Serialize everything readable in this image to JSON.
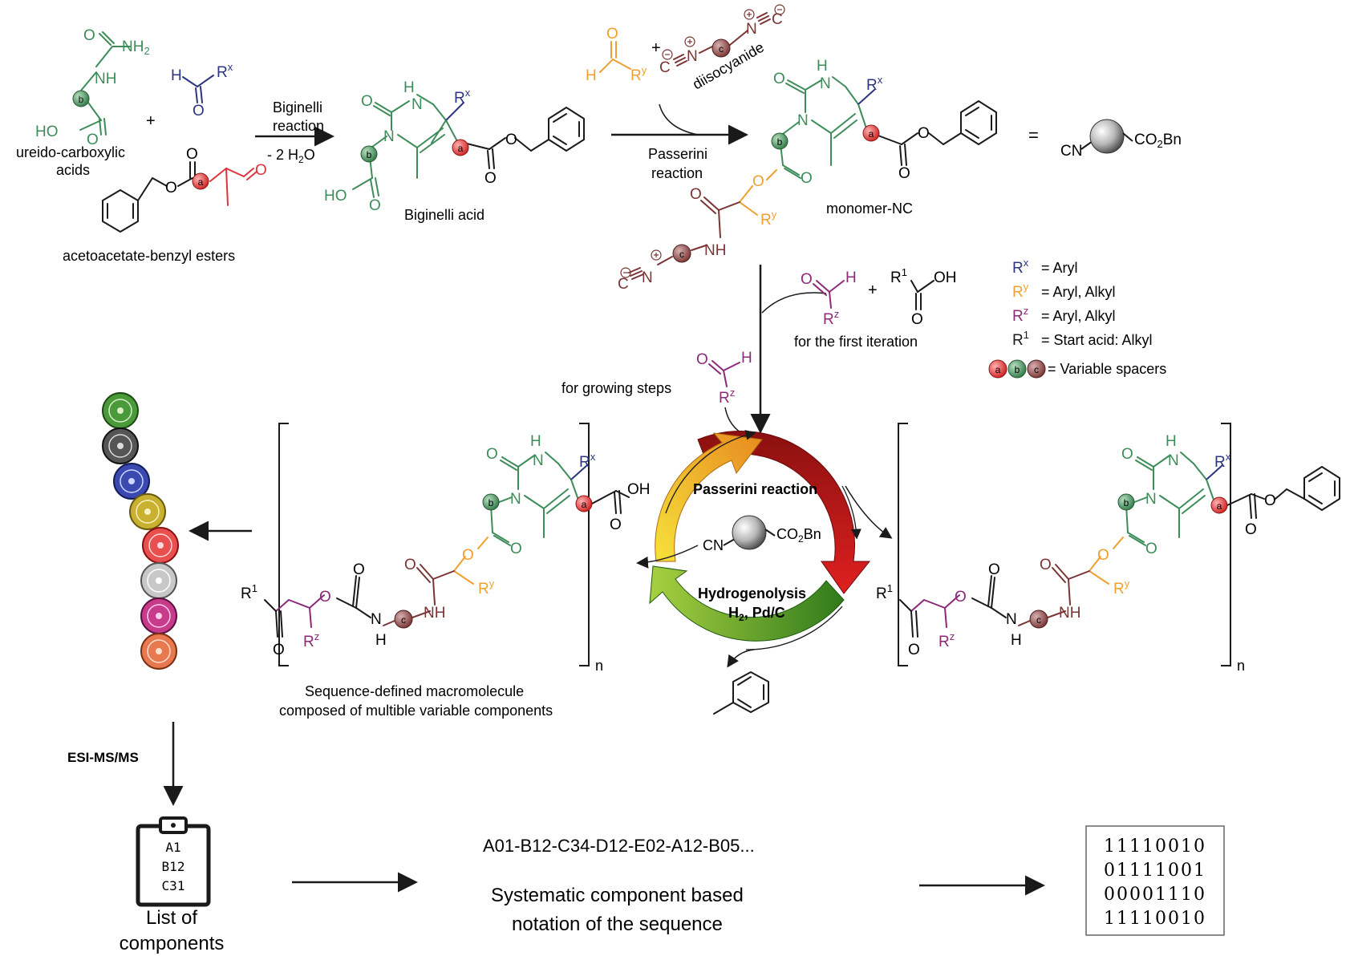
{
  "colors": {
    "green": "#3d8c5a",
    "blue": "#2d3580",
    "red": "#e0323c",
    "orange": "#f0a030",
    "purple": "#8c2a7a",
    "maroon": "#7a3434",
    "black": "#1a1a1a"
  },
  "reactants": {
    "urea_acid": "ureido-carboxylic acids",
    "ester": "acetoacetate-benzyl esters",
    "plus": "+"
  },
  "step1": {
    "name": "Biginelli reaction",
    "byproduct_prefix": "- 2 H",
    "byproduct_sub": "2",
    "byproduct_suffix": "O",
    "product": "Biginelli acid"
  },
  "step2": {
    "name": "Passerini reaction",
    "diisocyanide": "diisocyanide",
    "product": "monomer-NC",
    "equals": "="
  },
  "monomer_symbol": {
    "left": "CN",
    "right_main": "CO",
    "right_sub": "2",
    "right_end": "Bn"
  },
  "legend": {
    "items": [
      {
        "sym": "R",
        "sup": "x",
        "text": "= Aryl",
        "color": "#2d3580"
      },
      {
        "sym": "R",
        "sup": "y",
        "text": "= Aryl, Alkyl",
        "color": "#f0a030"
      },
      {
        "sym": "R",
        "sup": "z",
        "text": "= Aryl, Alkyl",
        "color": "#8c2a7a"
      },
      {
        "sym": "R",
        "sup": "1",
        "text": "= Start acid: Alkyl",
        "color": "#1a1a1a"
      }
    ],
    "spacers_text": "= Variable spacers",
    "spacer_letters": [
      "a",
      "b",
      "c"
    ]
  },
  "iteration": {
    "first": "for the first iteration",
    "growing": "for growing steps"
  },
  "cycle": {
    "top": "Passerini reaction",
    "bottom": "Hydrogenolysis",
    "conditions_h": "H",
    "conditions_sub": "2",
    "conditions_rest": ", Pd/C"
  },
  "macromolecule": {
    "caption_line1": "Sequence-defined macromolecule",
    "caption_line2": "composed of multible variable components",
    "n": "n"
  },
  "analysis": {
    "method": "ESI-MS/MS",
    "clipboard": [
      "A1",
      "B12",
      "C31"
    ],
    "list_line1": "List of",
    "list_line2": "components"
  },
  "notation": {
    "sequence": "A01-B12-C34-D12-E02-A12-B05...",
    "line1": "Systematic component based",
    "line2": "notation of the sequence"
  },
  "binary": [
    "11110010",
    "01111001",
    "00001110",
    "11110010"
  ],
  "atoms": {
    "O": "O",
    "N": "N",
    "H": "H",
    "NH": "NH",
    "NH2": "NH",
    "HO": "HO",
    "OH": "OH",
    "C": "C",
    "R": "R"
  }
}
